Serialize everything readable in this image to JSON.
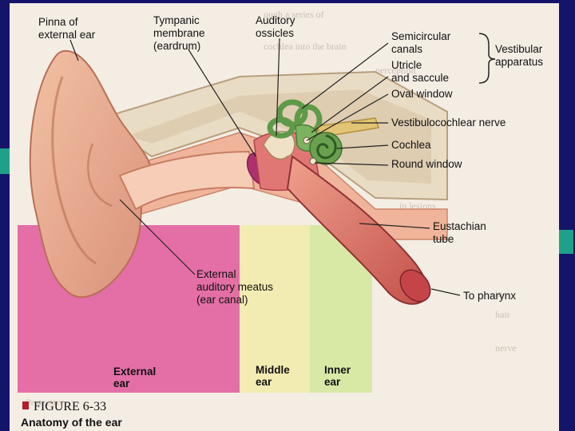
{
  "labels": {
    "pinna": [
      "Pinna of",
      "external ear"
    ],
    "tympanic": [
      "Tympanic",
      "membrane",
      "(eardrum)"
    ],
    "ossicles": [
      "Auditory",
      "ossicles"
    ],
    "semicircular": [
      "Semicircular",
      "canals"
    ],
    "utricle": [
      "Utricle",
      "and saccule"
    ],
    "vestibular": [
      "Vestibular",
      "apparatus"
    ],
    "oval_window": "Oval window",
    "vestibulocochlear": "Vestibulocochlear nerve",
    "cochlea": "Cochlea",
    "round_window": "Round window",
    "eustachian": [
      "Eustachian",
      "tube"
    ],
    "meatus": [
      "External",
      "auditory meatus",
      "(ear canal)"
    ],
    "pharynx": "To pharynx"
  },
  "regions": {
    "external": [
      "External",
      "ear"
    ],
    "middle": [
      "Middle",
      "ear"
    ],
    "inner": [
      "Inner",
      "ear"
    ]
  },
  "caption": {
    "figure": "FIGURE 6-33",
    "title": "Anatomy of the ear"
  },
  "colors": {
    "background": "#14146a",
    "page": "#f4ede4",
    "external_ear": "#e46fa6",
    "middle_ear": "#f3ecb2",
    "inner_ear": "#d8e9a6",
    "accent_bars": "#1fa08a"
  }
}
